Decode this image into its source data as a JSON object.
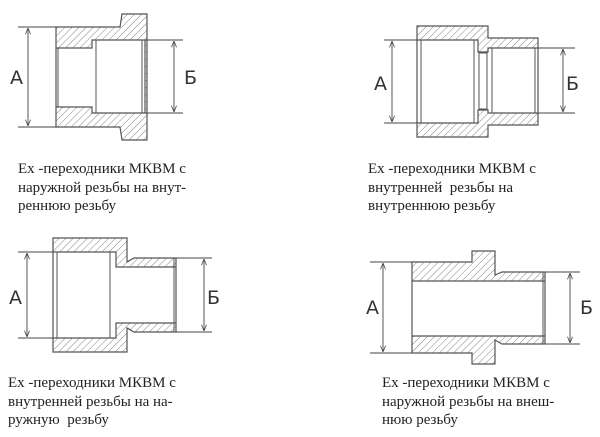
{
  "labels": {
    "a": "А",
    "b": "Б"
  },
  "panels": [
    {
      "caption": [
        "Ex -переходники МКВМ с",
        "наружной резьбы на внут-",
        "реннюю резьбу"
      ]
    },
    {
      "caption": [
        "Ex -переходники МКВМ с",
        "внутренней  резьбы на",
        "внутреннюю резьбу"
      ]
    },
    {
      "caption": [
        "Ex -переходники МКВМ с",
        "внутренней резьбы на на-",
        "ружную  резьбу"
      ]
    },
    {
      "caption": [
        "Ex -переходники МКВМ с",
        "наружной резьбы на внеш-",
        "нюю резьбу"
      ]
    }
  ]
}
